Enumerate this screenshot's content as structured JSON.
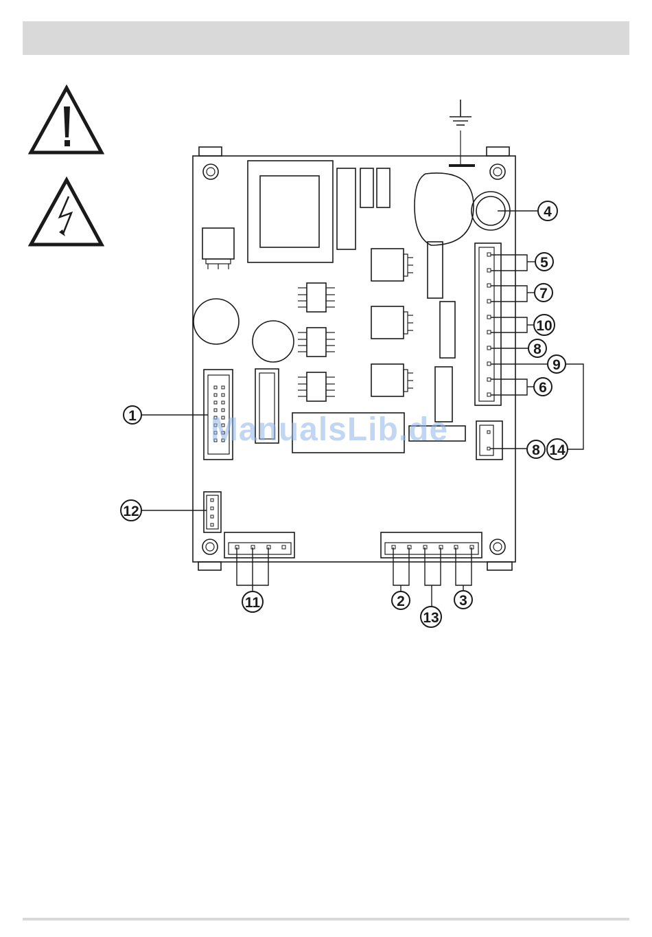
{
  "watermark": "ManualsLib.de",
  "callouts": [
    {
      "id": "c1",
      "label": "1"
    },
    {
      "id": "c2",
      "label": "2"
    },
    {
      "id": "c3",
      "label": "3"
    },
    {
      "id": "c4",
      "label": "4"
    },
    {
      "id": "c5",
      "label": "5"
    },
    {
      "id": "c6",
      "label": "6"
    },
    {
      "id": "c7",
      "label": "7"
    },
    {
      "id": "c8a",
      "label": "8"
    },
    {
      "id": "c8b",
      "label": "8"
    },
    {
      "id": "c9",
      "label": "9"
    },
    {
      "id": "c10",
      "label": "10"
    },
    {
      "id": "c11",
      "label": "11"
    },
    {
      "id": "c12",
      "label": "12"
    },
    {
      "id": "c13",
      "label": "13"
    },
    {
      "id": "c14",
      "label": "14"
    }
  ],
  "icons": [
    "warning-icon",
    "electric-hazard-icon",
    "ground-symbol-icon"
  ],
  "colors": {
    "header": "#d9d9d9",
    "line": "#1a1a1a",
    "watermark": "#8fb6ea"
  }
}
